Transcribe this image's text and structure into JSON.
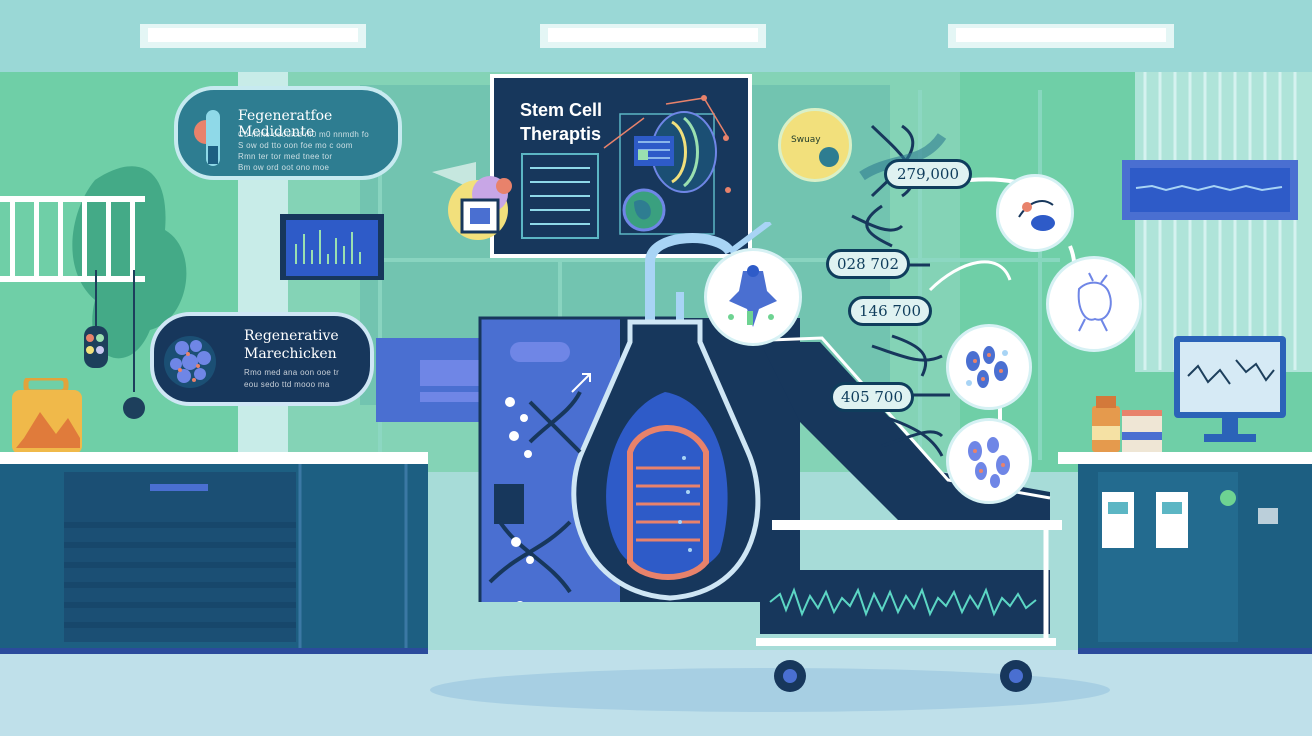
{
  "cards": {
    "top_left": {
      "title": "Fegeneratfoe Medidente",
      "sub": [
        "Cb  mmo ceouicd m0 m0 nnmdh  fo",
        "S ow od tto oon foe mo  c oom",
        "Rmn ter tor med tnee tor",
        "Bm ow ord oot ono moe"
      ]
    },
    "mid_left": {
      "title_line1": "Regenerative",
      "title_line2": "Marechicken",
      "sub": [
        "Rmo med ana oon ooe tr",
        "eou sedo ttd mooo ma"
      ]
    }
  },
  "screen": {
    "title_line1": "Stem Cell",
    "title_line2": "Theraptis"
  },
  "badge": {
    "text": "Swuay"
  },
  "readouts": [
    "279,000",
    "028 702",
    "146 700",
    "405 700"
  ],
  "colors": {
    "navy": "#17375c",
    "teal": "#2e7d91",
    "mint": "#9fd6d4",
    "blue": "#4a6fd1",
    "coral": "#e8826b"
  },
  "icons": [
    "dna-helix-icon",
    "cell-cluster-icon",
    "microscope-icon",
    "stem-cell-icon",
    "lab-flask-icon"
  ]
}
